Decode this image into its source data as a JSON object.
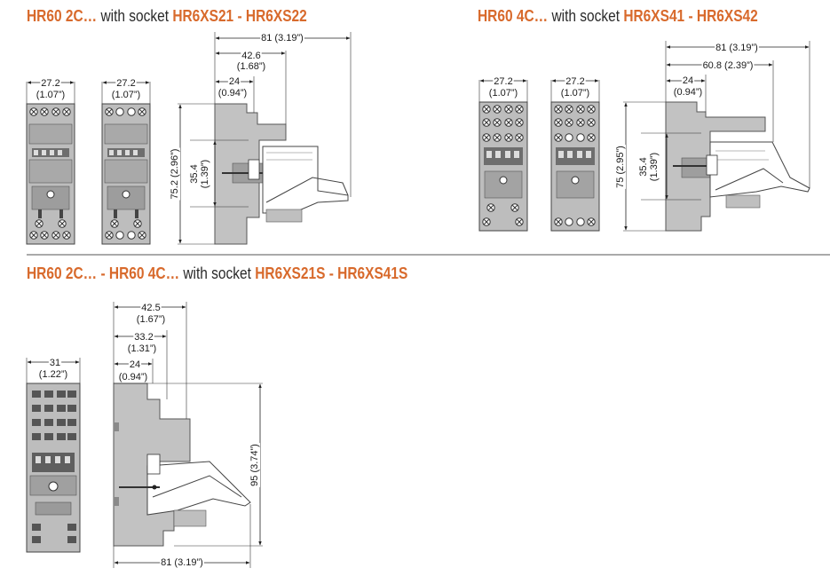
{
  "colors": {
    "accent": "#d86a2c",
    "text": "#2a2a2a",
    "body": "#b9b9b9",
    "dark": "#4a4a4a",
    "line": "#222222"
  },
  "headings": {
    "h1": {
      "code_a": "HR60 2C…",
      "mid": " with socket ",
      "code_b": "HR6XS21 - HR6XS22"
    },
    "h2": {
      "code_a": "HR60 4C…",
      "mid": " with socket ",
      "code_b": "HR6XS41 - HR6XS42"
    },
    "h3": {
      "code_a": "HR60 2C… - HR60 4C…",
      "mid": " with socket ",
      "code_b": "HR6XS21S - HR6XS41S"
    }
  },
  "dims": {
    "d1_w1": "27.2",
    "d1_w1_in": "(1.07”)",
    "d1_w2": "27.2",
    "d1_w2_in": "(1.07”)",
    "d1_total": "81 (3.19”)",
    "d1_mid": "42.6",
    "d1_mid_in": "(1.68”)",
    "d1_short": "24",
    "d1_short_in": "(0.94”)",
    "d1_height": "75.2 (2.96”)",
    "d1_pin": "35.4",
    "d1_pin_in": "(1.39”)",
    "d2_w1": "27.2",
    "d2_w1_in": "(1.07”)",
    "d2_w2": "27.2",
    "d2_w2_in": "(1.07”)",
    "d2_total": "81 (3.19”)",
    "d2_mid": "60.8 (2.39”)",
    "d2_short": "24",
    "d2_short_in": "(0.94”)",
    "d2_height": "75 (2.95”)",
    "d2_pin": "35.4",
    "d2_pin_in": "(1.39”)",
    "d3_w": "31",
    "d3_w_in": "(1.22”)",
    "d3_a": "42.5",
    "d3_a_in": "(1.67”)",
    "d3_b": "33.2",
    "d3_b_in": "(1.31”)",
    "d3_c": "24",
    "d3_c_in": "(0.94”)",
    "d3_height": "95 (3.74”)",
    "d3_total": "81 (3.19”)"
  }
}
